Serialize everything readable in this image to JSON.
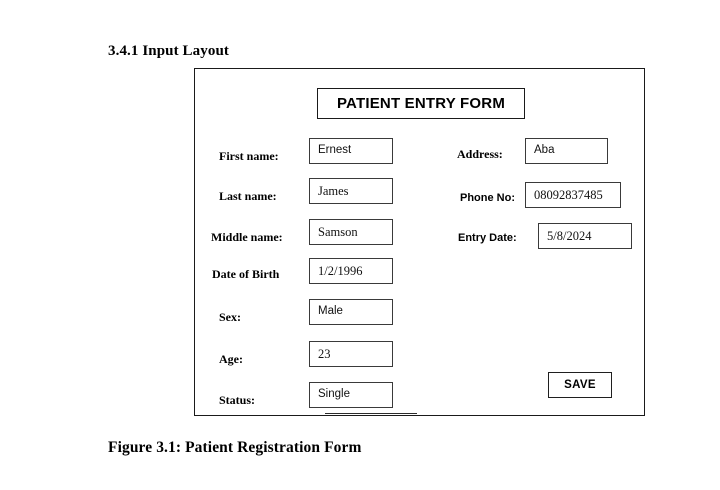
{
  "document": {
    "section_heading": "3.4.1 Input Layout",
    "figure_caption": "Figure 3.1: Patient Registration Form"
  },
  "form": {
    "title": "PATIENT ENTRY FORM",
    "save_label": "SAVE",
    "left_fields": [
      {
        "label": "First name:",
        "value": "Ernest"
      },
      {
        "label": "Last name:",
        "value": "James"
      },
      {
        "label": "Middle name:",
        "value": "Samson"
      },
      {
        "label": "Date of Birth",
        "value": "1/2/1996"
      },
      {
        "label": "Sex:",
        "value": "Male"
      },
      {
        "label": "Age:",
        "value": "23"
      },
      {
        "label": "Status:",
        "value": "Single"
      }
    ],
    "right_fields": [
      {
        "label": "Address:",
        "value": "Aba"
      },
      {
        "label": "Phone No:",
        "value": "08092837485"
      },
      {
        "label": "Entry Date:",
        "value": "5/8/2024"
      }
    ]
  },
  "colors": {
    "page_background": "#ffffff",
    "text": "#000000",
    "border": "#1a1a1a",
    "field_border": "#3a3a3a"
  }
}
